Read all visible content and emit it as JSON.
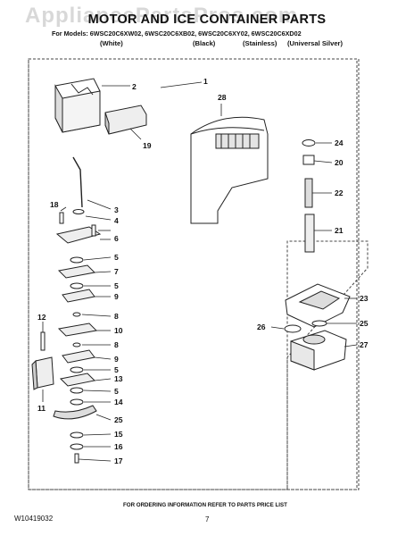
{
  "watermark": "AppliancePartsPros.com",
  "header": {
    "title": "MOTOR AND ICE CONTAINER PARTS",
    "models_line": "For Models: 6WSC20C6XW02, 6WSC20C6XB02, 6WSC20C6XY02, 6WSC20C6XD02",
    "variants": [
      "(White)",
      "(Black)",
      "(Stainless)",
      "(Universal Silver)"
    ]
  },
  "callouts": [
    "1",
    "2",
    "19",
    "28",
    "3",
    "4",
    "18",
    "6",
    "5",
    "7",
    "5",
    "9",
    "8",
    "10",
    "8",
    "9",
    "5",
    "13",
    "5",
    "14",
    "25",
    "15",
    "16",
    "17",
    "12",
    "11",
    "24",
    "20",
    "22",
    "21",
    "23",
    "25",
    "26",
    "27"
  ],
  "footer": {
    "note": "FOR ORDERING INFORMATION REFER TO PARTS PRICE LIST",
    "doc_number": "W10419032",
    "page_number": "7"
  }
}
